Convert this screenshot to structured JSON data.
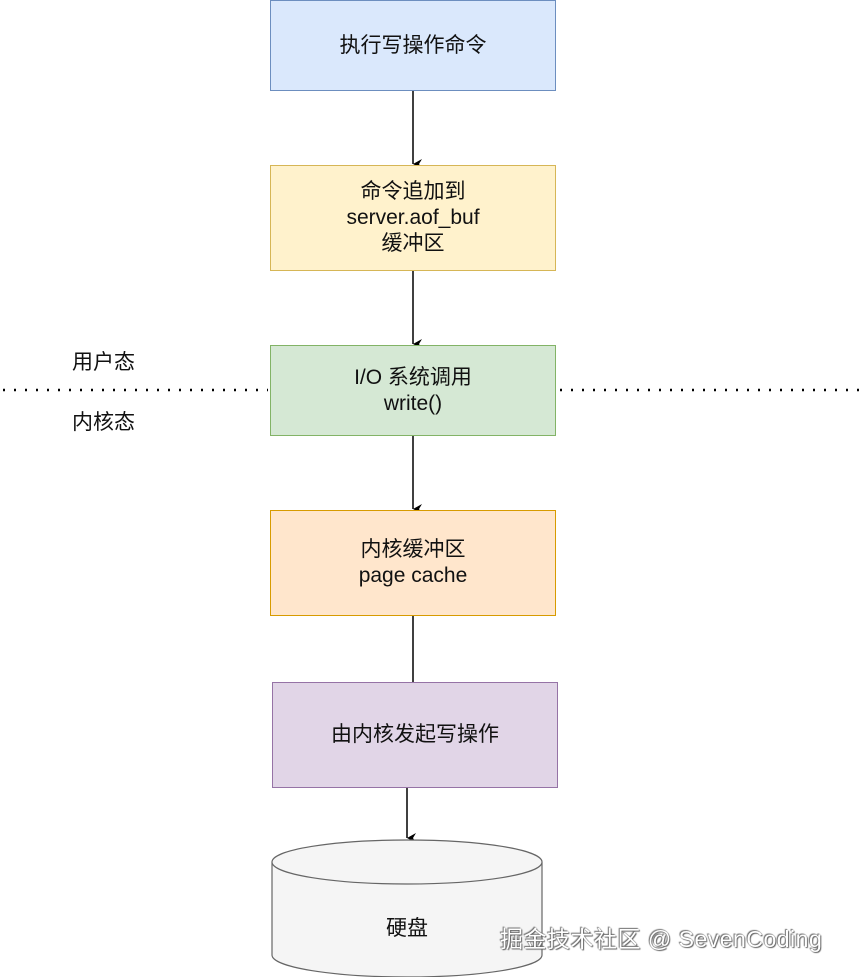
{
  "diagram": {
    "nodes": [
      {
        "id": "exec-write",
        "text": "执行写操作命令",
        "color": "#dae8fc"
      },
      {
        "id": "append-buf",
        "text": "命令追加到\nserver.aof_buf\n缓冲区",
        "color": "#fff2cc"
      },
      {
        "id": "io-syscall",
        "text": "I/O 系统调用\nwrite()",
        "color": "#d5e8d4"
      },
      {
        "id": "page-cache",
        "text": "内核缓冲区\npage cache",
        "color": "#ffe6cc"
      },
      {
        "id": "kernel-write",
        "text": "由内核发起写操作",
        "color": "#e1d5e7"
      },
      {
        "id": "disk",
        "text": "硬盘",
        "color": "#ffffff"
      }
    ],
    "edges": [
      {
        "from": "exec-write",
        "to": "append-buf",
        "arrow": true
      },
      {
        "from": "append-buf",
        "to": "io-syscall",
        "arrow": true
      },
      {
        "from": "io-syscall",
        "to": "page-cache",
        "arrow": true
      },
      {
        "from": "page-cache",
        "to": "kernel-write",
        "arrow": false
      },
      {
        "from": "kernel-write",
        "to": "disk",
        "arrow": true
      }
    ],
    "zones": {
      "user_mode": "用户态",
      "kernel_mode": "内核态"
    },
    "watermark": "掘金技术社区 @ SevenCoding"
  }
}
